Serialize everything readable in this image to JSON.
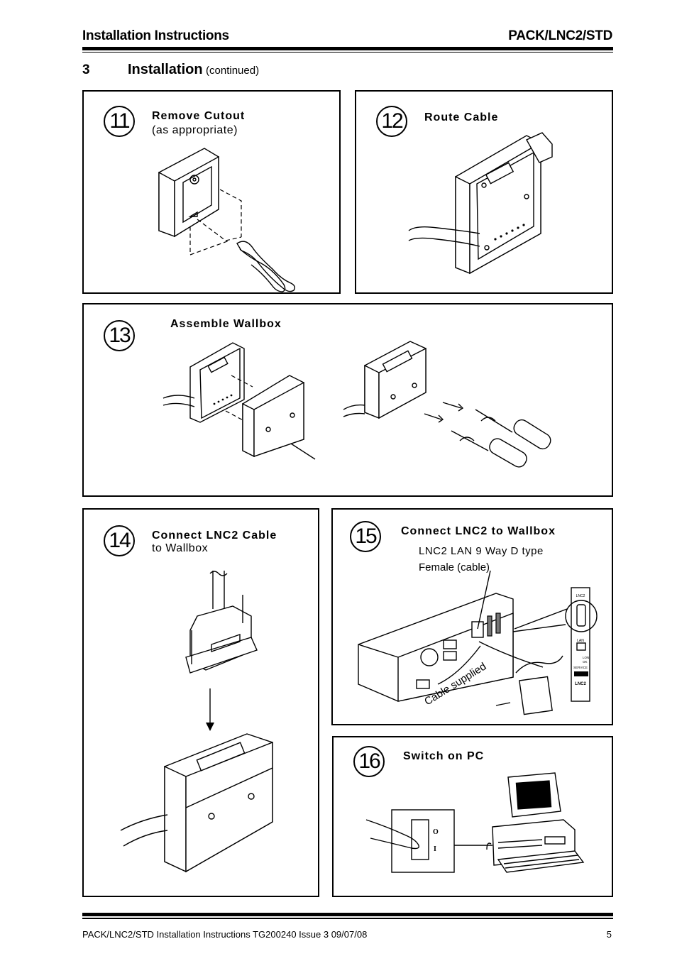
{
  "header": {
    "left_title": "Installation Instructions",
    "right_title": "PACK/LNC2/STD"
  },
  "section": {
    "number": "3",
    "title": "Installation",
    "note": "(continued)"
  },
  "steps": [
    {
      "number": "11",
      "title": "Remove  Cutout",
      "subtitle": "(as  appropriate)"
    },
    {
      "number": "12",
      "title": "Route  Cable",
      "subtitle": ""
    },
    {
      "number": "13",
      "title": "Assemble  Wallbox",
      "subtitle": ""
    },
    {
      "number": "14",
      "title": "Connect  LNC2  Cable",
      "subtitle": "to Wallbox"
    },
    {
      "number": "15",
      "title": "Connect  LNC2  to  Wallbox",
      "subtitle": "",
      "callout_line1": "LNC2  LAN  9  Way  D  type",
      "callout_line2": "Female (cable)",
      "cable_label": "Cable supplied",
      "card_labels": {
        "top": "LNC2",
        "lan": "LAN",
        "led1": "LON",
        "led2": "OK",
        "service": "SERVICE",
        "name": "LNC2"
      }
    },
    {
      "number": "16",
      "title": "Switch  on  PC",
      "subtitle": "",
      "switch_on": "I",
      "switch_off": "O"
    }
  ],
  "footer": {
    "doc_text": "PACK/LNC2/STD Installation Instructions TG200240 Issue 3 09/07/08",
    "page_number": "5"
  }
}
